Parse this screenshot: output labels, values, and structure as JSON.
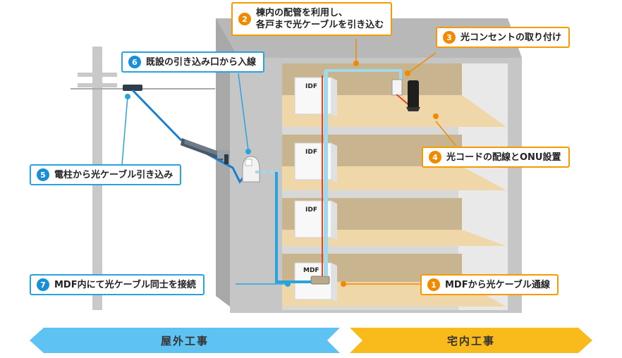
{
  "callouts": {
    "c1": {
      "num": "1",
      "text": "MDFから光ケーブル通線"
    },
    "c2": {
      "num": "2",
      "line1": "棟内の配管を利用し、",
      "line2": "各戸まで光ケーブルを引き込む"
    },
    "c3": {
      "num": "3",
      "text": "光コンセントの取り付け"
    },
    "c4": {
      "num": "4",
      "text": "光コードの配線とONU設置"
    },
    "c5": {
      "num": "5",
      "text": "電柱から光ケーブル引き込み"
    },
    "c6": {
      "num": "6",
      "text": "既設の引き込み口から入線"
    },
    "c7": {
      "num": "7",
      "text": "MDF内にて光ケーブル同士を接続"
    }
  },
  "boxes": {
    "idf": "IDF",
    "mdf": "MDF"
  },
  "banners": {
    "outdoor": "屋外工事",
    "indoor": "宅内工事"
  },
  "colors": {
    "outdoor": "#5ec2f2",
    "indoor": "#f9ba1b",
    "orange_line": "#f08a00",
    "blue_line": "#29a3e0",
    "fiber_red": "#e8431c"
  }
}
